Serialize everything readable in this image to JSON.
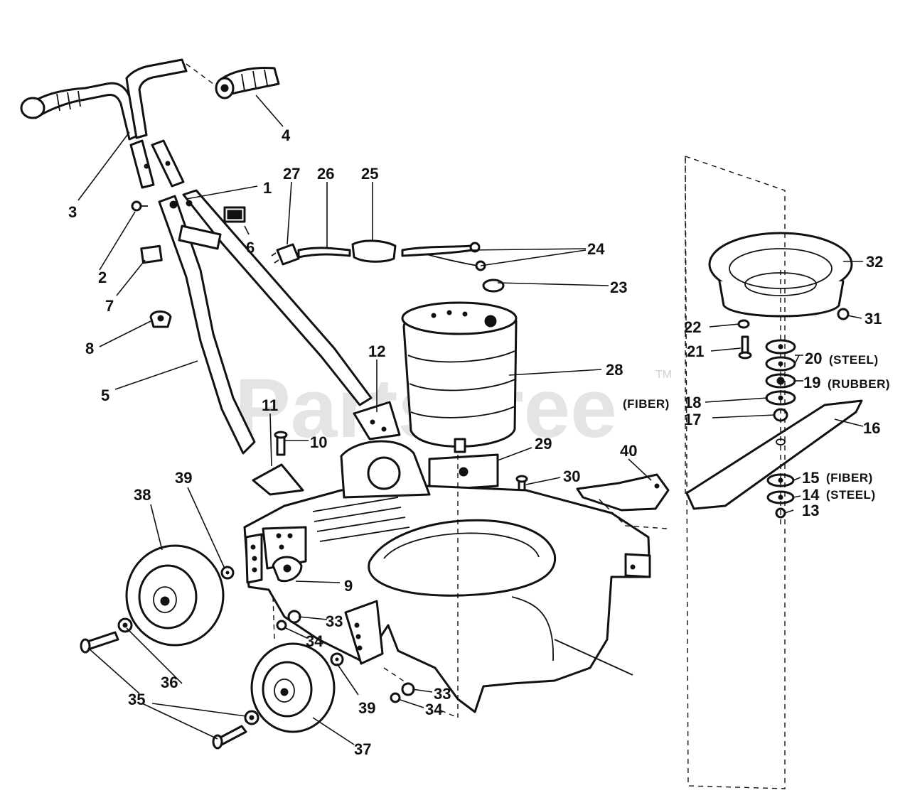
{
  "watermark": {
    "text": "PartsTree",
    "trademark": "TM"
  },
  "callouts": {
    "n1": "1",
    "n2": "2",
    "n3": "3",
    "n4": "4",
    "n5": "5",
    "n6": "6",
    "n7": "7",
    "n8": "8",
    "n9": "9",
    "n10": "10",
    "n11": "11",
    "n12": "12",
    "n13": "13",
    "n14": "14",
    "n15": "15",
    "n16": "16",
    "n17": "17",
    "n18": "18",
    "n19": "19",
    "n20": "20",
    "n21": "21",
    "n22": "22",
    "n23": "23",
    "n24": "24",
    "n25": "25",
    "n26": "26",
    "n27": "27",
    "n28": "28",
    "n29": "29",
    "n30": "30",
    "n31": "31",
    "n32": "32",
    "n33a": "33",
    "n33b": "33",
    "n34a": "34",
    "n34b": "34",
    "n35": "35",
    "n36": "36",
    "n37": "37",
    "n38": "38",
    "n39a": "39",
    "n39b": "39",
    "n40": "40"
  },
  "notes": {
    "steel_20": "(STEEL)",
    "rubber_19": "(RUBBER)",
    "fiber_18": "(FIBER)",
    "fiber_15": "(FIBER)",
    "steel_14": "(STEEL)"
  }
}
